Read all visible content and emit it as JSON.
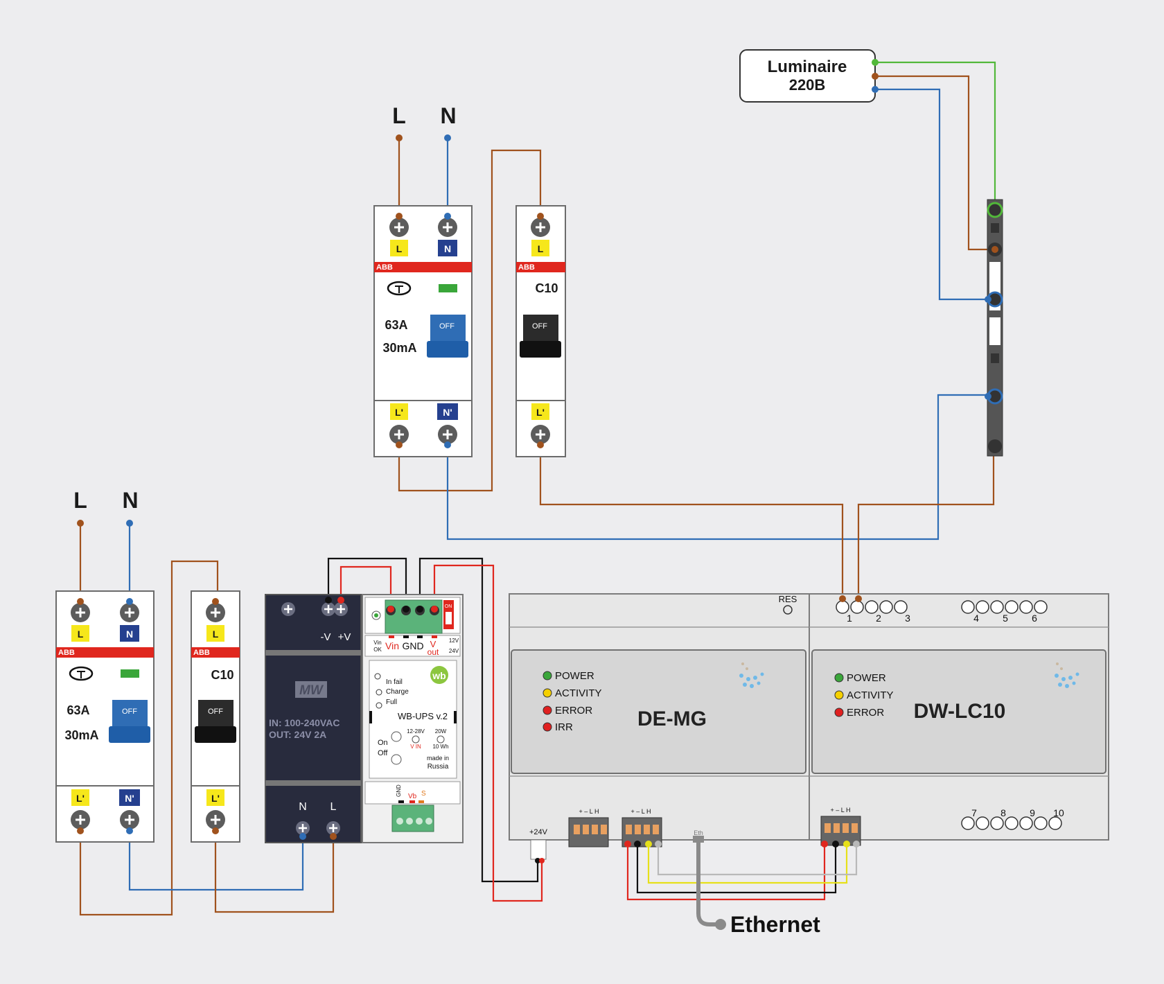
{
  "luminaire": {
    "line1": "Luminaire",
    "line2": "220B"
  },
  "supply_top": {
    "l": "L",
    "n": "N"
  },
  "supply_bottom": {
    "l": "L",
    "n": "N"
  },
  "rcd": {
    "brand": "ABB",
    "rating": "63A",
    "sensitivity": "30mA",
    "off": "OFF",
    "in_l": "L",
    "in_n": "N",
    "out_l": "L'",
    "out_n": "N'"
  },
  "breaker": {
    "brand": "ABB",
    "rating": "C10",
    "off": "OFF",
    "in_l": "L",
    "out_l": "L'"
  },
  "psu": {
    "logo": "MW",
    "minus_v": "-V",
    "plus_v": "+V",
    "in_spec": "IN: 100-240VAC",
    "out_spec": "OUT: 24V 2A",
    "n": "N",
    "l": "L"
  },
  "ups": {
    "vin_ok_1": "Vin",
    "vin_ok_2": "OK",
    "vin": "Vin",
    "gnd": "GND",
    "v": "V",
    "out": "out",
    "v12": "12V",
    "v24": "24V",
    "on": "ON",
    "in_fail": "In fail",
    "charge": "Charge",
    "full": "Full",
    "model": "WB-UPS v.2",
    "logo": "wb",
    "range": "12-28V",
    "vin_small": "V IN",
    "power": "20W",
    "energy": "10 Wh",
    "sw_on": "On",
    "sw_off": "Off",
    "made1": "made in",
    "made2": "Russia",
    "gnd_small": "GND",
    "vb": "Vb",
    "s": "S"
  },
  "demg": {
    "model": "DE-MG",
    "res": "RES",
    "plus24": "+24V",
    "leds": [
      {
        "label": "POWER",
        "color": "#3aa63a"
      },
      {
        "label": "ACTIVITY",
        "color": "#f5d000"
      },
      {
        "label": "ERROR",
        "color": "#e02020"
      },
      {
        "label": "IRR",
        "color": "#e02020"
      }
    ],
    "bus_labels": "+ – L H",
    "eth": "Eth"
  },
  "dwlc10": {
    "model": "DW-LC10",
    "leds": [
      {
        "label": "POWER",
        "color": "#3aa63a"
      },
      {
        "label": "ACTIVITY",
        "color": "#f5d000"
      },
      {
        "label": "ERROR",
        "color": "#e02020"
      }
    ],
    "bus_labels": "+ – L H",
    "top_numbers": [
      "1",
      "2",
      "3",
      "4",
      "5",
      "6"
    ],
    "bottom_numbers": [
      "7",
      "8",
      "9",
      "10"
    ]
  },
  "ethernet": "Ethernet",
  "wire_colors": {
    "phase": "#a0521d",
    "neutral": "#2f6db5",
    "earth": "#52b83a",
    "red": "#e0271e",
    "black": "#111111",
    "yellow": "#e6e01a",
    "grey": "#b9b9b9"
  }
}
